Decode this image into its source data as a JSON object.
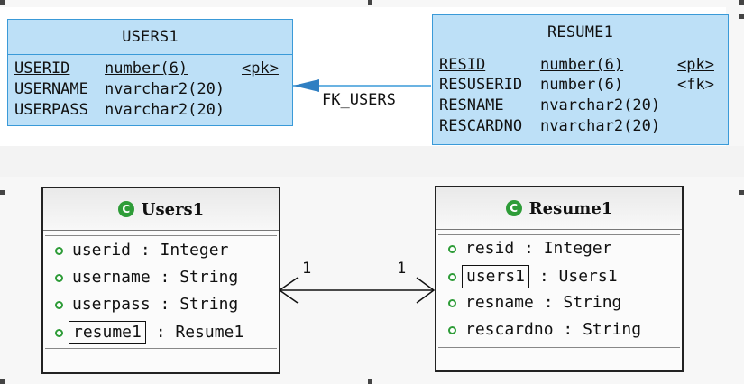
{
  "er": {
    "users": {
      "title": "USERS1",
      "rows": [
        {
          "name": "USERID",
          "type": "number(6)",
          "key": "<pk>"
        },
        {
          "name": "USERNAME",
          "type": "nvarchar2(20)",
          "key": ""
        },
        {
          "name": "USERPASS",
          "type": "nvarchar2(20)",
          "key": ""
        }
      ]
    },
    "resume": {
      "title": "RESUME1",
      "rows": [
        {
          "name": "RESID",
          "type": "number(6)",
          "key": "<pk>"
        },
        {
          "name": "RESUSERID",
          "type": "number(6)",
          "key": "<fk>"
        },
        {
          "name": "RESNAME",
          "type": "nvarchar2(20)",
          "key": ""
        },
        {
          "name": "RESCARDNO",
          "type": "nvarchar2(20)",
          "key": ""
        }
      ]
    },
    "fk_label": "FK_USERS"
  },
  "uml": {
    "users": {
      "title": "Users1",
      "attrs": [
        {
          "name": "userid",
          "type": "Integer"
        },
        {
          "name": "username",
          "type": "String"
        },
        {
          "name": "userpass",
          "type": "String"
        },
        {
          "name": "resume1",
          "type": "Resume1"
        }
      ]
    },
    "resume": {
      "title": "Resume1",
      "attrs": [
        {
          "name": "resid",
          "type": "Integer"
        },
        {
          "name": "users1",
          "type": "Users1"
        },
        {
          "name": "resname",
          "type": "String"
        },
        {
          "name": "rescardno",
          "type": "String"
        }
      ]
    },
    "mult_left": "1",
    "mult_right": "1"
  },
  "colors": {
    "er_fill": "#bde0f7",
    "er_border": "#3a9ad8",
    "class_icon": "#2e9c38"
  }
}
